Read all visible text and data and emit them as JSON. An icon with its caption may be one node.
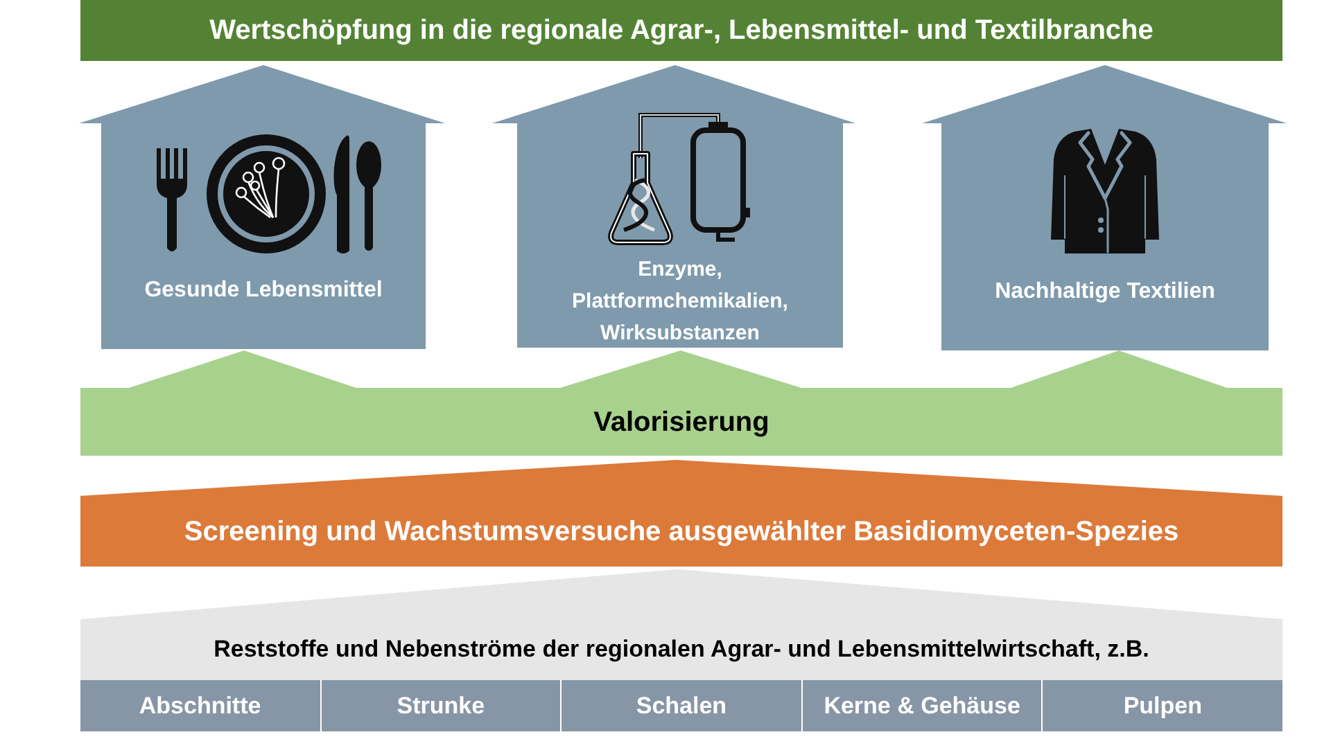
{
  "diagram": {
    "nodes": [
      {
        "text": [
          "Wertschöpfung in die regionale Agrar-, Lebensmittel- und Textilbranche"
        ]
      },
      {
        "text": [
          "Gesunde Lebensmittel"
        ]
      },
      {
        "text": [
          "Enzyme, Plattformchemikalien, Wirksubstanzen"
        ]
      },
      {
        "text": [
          "Nachhaltige Textilien"
        ]
      },
      {
        "text": [
          "Valorisierung"
        ]
      },
      {
        "text": [
          "Screening und Wachstumsversuche ausgewählter Basidiomyceten-Spezies"
        ]
      },
      {
        "text": [
          "Reststoffe und Nebenströme der regionalen Agrar- und Lebensmittelwirtschaft, z.B."
        ]
      },
      {
        "text": [
          "Abschnitte"
        ]
      },
      {
        "text": [
          "Strunke"
        ]
      },
      {
        "text": [
          "Schalen"
        ]
      },
      {
        "text": [
          "Kerne & Gehäuse"
        ]
      },
      {
        "text": [
          "Pulpen"
        ]
      }
    ]
  }
}
